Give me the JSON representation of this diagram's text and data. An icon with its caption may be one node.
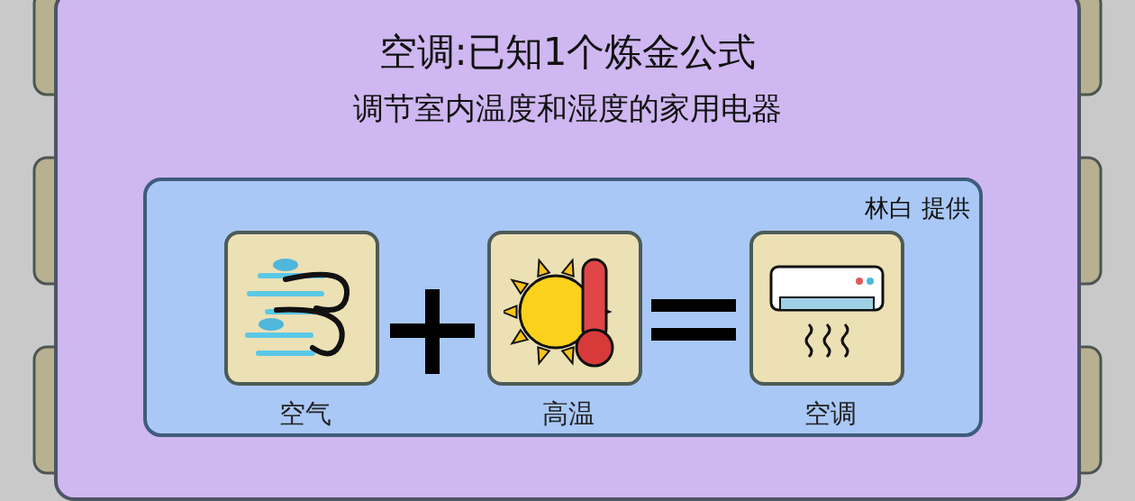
{
  "diagram": {
    "nodes": [
      {
        "text": [
          "空调:已知1个炼金公式",
          "调节室内温度和湿度的家用电器"
        ]
      },
      {
        "text": [
          "林白 提供"
        ],
        "in": 0
      },
      {
        "text": [
          "空气"
        ],
        "in": 1
      },
      {
        "text": [
          "高温"
        ],
        "in": 1
      },
      {
        "text": [
          "空调"
        ],
        "in": 1
      }
    ]
  }
}
